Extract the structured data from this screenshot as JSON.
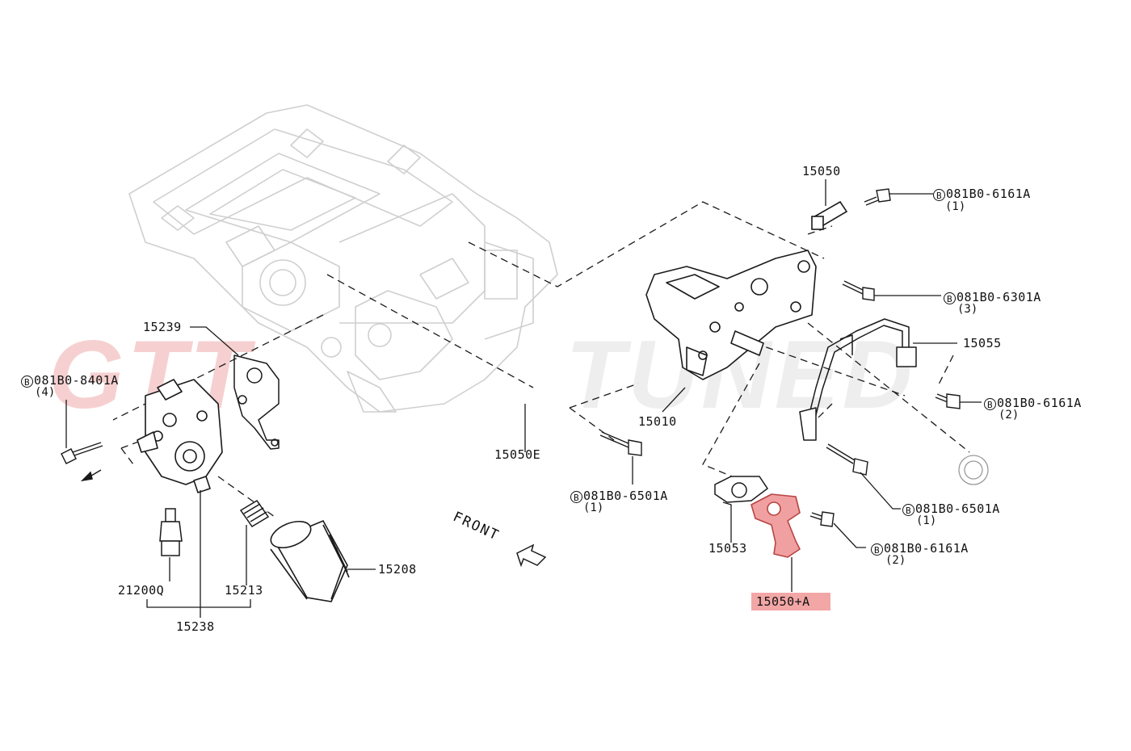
{
  "colors": {
    "line": "#1a1a1a",
    "ghost": "#cfcfcf",
    "highlight_fill": "#f0a0a0",
    "highlight_stroke": "#b84444",
    "watermark_red": "#f3c8c8",
    "watermark_grey": "#ececec"
  },
  "watermark": {
    "left": "GTT",
    "right": "TUNED"
  },
  "labels": {
    "p15050": "15050",
    "p15239": "15239",
    "p15055": "15055",
    "p15010": "15010",
    "p15050E": "15050E",
    "p15053": "15053",
    "p15208": "15208",
    "p21200Q": "21200Q",
    "p15213": "15213",
    "p15238": "15238",
    "p15050A": "15050+A",
    "front": "FRONT"
  },
  "bolts": {
    "b1": {
      "mark": "B",
      "code": "081B0-6161A",
      "qty": "(1)"
    },
    "b2": {
      "mark": "B",
      "code": "081B0-6301A",
      "qty": "(3)"
    },
    "b3": {
      "mark": "B",
      "code": "081B0-8401A",
      "qty": "(4)"
    },
    "b4": {
      "mark": "B",
      "code": "081B0-6161A",
      "qty": "(2)"
    },
    "b5": {
      "mark": "B",
      "code": "081B0-6501A",
      "qty": "(1)"
    },
    "b6": {
      "mark": "B",
      "code": "081B0-6501A",
      "qty": "(1)"
    },
    "b7": {
      "mark": "B",
      "code": "081B0-6161A",
      "qty": "(2)"
    }
  }
}
